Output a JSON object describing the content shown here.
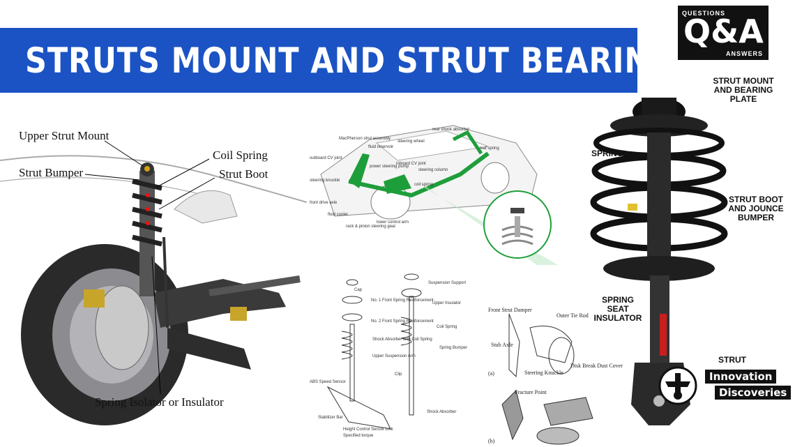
{
  "banner": {
    "title": "STRUTS MOUNT AND STRUT BEARING"
  },
  "qa_badge": {
    "top_text": "QUESTIONS",
    "main_text": "Q&A",
    "bottom_text": "ANSWERS"
  },
  "left_diagram": {
    "labels": {
      "upper_strut_mount": "Upper Strut Mount",
      "coil_spring": "Coil Spring",
      "strut_bumper": "Strut Bumper",
      "strut_boot": "Strut Boot",
      "spring_isolator": "Spring Isolator or Insulator"
    }
  },
  "car_diagram": {
    "labels": {
      "macpherson": "MacPherson strut assembly",
      "fluid_reservoir": "fluid reservoir",
      "steering_wheel": "steering wheel",
      "rear_shock": "rear shock absorber",
      "leaf_spring": "leaf spring",
      "outboard_cv": "outboard CV joint",
      "power_steering": "power steering pump",
      "inboard_cv": "inboard CV joint",
      "steering_column": "steering column",
      "steering_knuckle": "steering knuckle",
      "coil_spring": "coil spring",
      "front_drive_axle": "front drive axle",
      "fluid_cooler": "fluid cooler",
      "rack_pinion": "rack & pinion steering gear",
      "lower_control_arm": "lower control arm"
    }
  },
  "exploded_diagram": {
    "labels": {
      "cap": "Cap",
      "front_spring_reinforcement_1": "No. 1 Front Spring Reinforcement",
      "front_spring_reinforcement_2": "No. 2 Front Spring Reinforcement",
      "shock_absorber_coil": "Shock Absorber with Coil Spring",
      "upper_suspension_arm": "Upper Suspension Arm",
      "clip": "Clip",
      "abs_sensor": "ABS Speed Sensor",
      "stabilizer_bar": "Stabilizer Bar",
      "height_control": "Height Control Sensor Link",
      "specified_torque": "Specified torque",
      "suspension_support": "Suspension Support",
      "upper_insulator": "Upper Insulator",
      "coil_spring": "Coil Spring",
      "spring_bumper": "Spring Bumper",
      "shock_absorber": "Shock Absorber"
    }
  },
  "knuckle_diagram": {
    "labels": {
      "front_strut_damper": "Front Strut Damper",
      "outer_tie_rod": "Outer Tie Rod",
      "stub_axle": "Stub Axle",
      "steering_knuckle": "Steering Knuckle",
      "disk_break_dust_cover": "Disk Break Dust Cover",
      "fig_a": "(a)",
      "fracture_point": "Fracture Point",
      "fig_b": "(b)"
    }
  },
  "right_diagram": {
    "labels": {
      "strut_mount": "STRUT MOUNT AND BEARING PLATE",
      "spring": "SPRING",
      "strut_boot": "STRUT BOOT AND JOUNCE BUMPER",
      "spring_seat": "SPRING SEAT INSULATOR",
      "strut": "STRUT"
    }
  },
  "logo": {
    "word1": "Innovation",
    "word2": "Discoveries"
  },
  "colors": {
    "banner": "#1b53c4",
    "accent_green": "#1e9e3a"
  }
}
